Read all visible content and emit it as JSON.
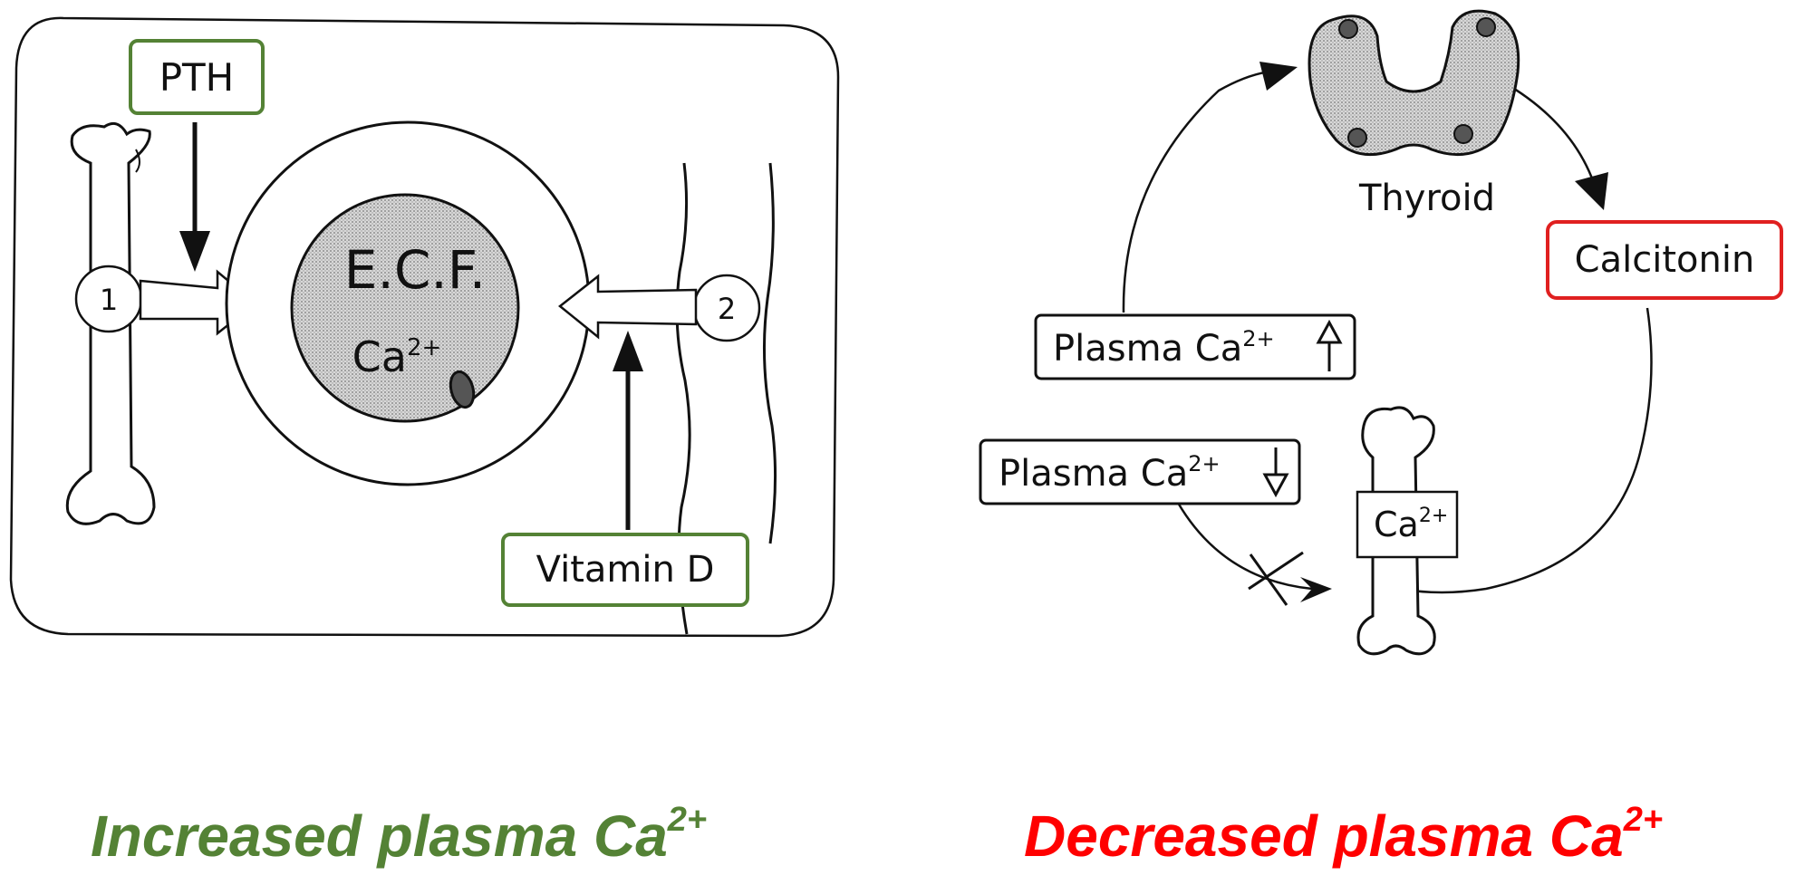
{
  "left_panel": {
    "pth_label": "PTH",
    "ecf_label": "E.C.F.",
    "ecf_ca_base": "Ca",
    "ecf_ca_sup": "2+",
    "marker_1": "1",
    "marker_2": "2",
    "vitamin_d_label": "Vitamin D",
    "caption_base": "Increased plasma Ca",
    "caption_sup": "2+",
    "caption_color": "#548235",
    "box_color": "#548235"
  },
  "right_panel": {
    "thyroid_label": "Thyroid",
    "calcitonin_label": "Calcitonin",
    "plasma_up_base": "Plasma Ca",
    "plasma_up_sup": "2+",
    "plasma_down_base": "Plasma Ca",
    "plasma_down_sup": "2+",
    "bone_ca_base": "Ca",
    "bone_ca_sup": "2+",
    "caption_base": "Decreased plasma Ca",
    "caption_sup": "2+",
    "caption_color": "#ff0000",
    "box_color": "#e02020"
  },
  "icons": [
    "bone-icon",
    "intestine-icon",
    "thyroid-icon",
    "arrow-up-icon",
    "arrow-down-icon",
    "blocked-cross-icon"
  ]
}
